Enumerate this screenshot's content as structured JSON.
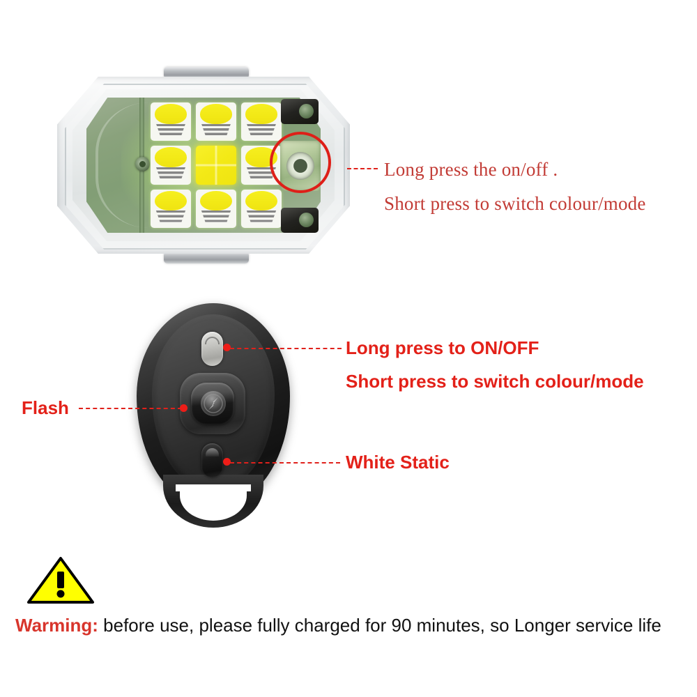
{
  "page": {
    "title": "LED Strobe Light Instruction Diagram",
    "background_color": "#ffffff"
  },
  "colors": {
    "annotation_red_serif": "#c23b35",
    "annotation_red_sans": "#e32119",
    "leader_line_red": "#e0211b",
    "highlight_circle_red": "#de1f18",
    "warning_triangle_fill": "#ffff00",
    "warning_triangle_stroke": "#000000",
    "warning_label_red": "#d8352c",
    "warning_body_black": "#111111"
  },
  "led_light": {
    "name": "LED strobe light module",
    "highlight_circle_target": "on/off button",
    "annotations": [
      {
        "id": "led-onoff",
        "line1": "Long press the on/off .",
        "line2": "Short press to switch colour/mode"
      }
    ],
    "led_grid": {
      "rows": 3,
      "columns": 3,
      "center_chip": "solid yellow",
      "other_chips": "white with yellow dome"
    }
  },
  "remote": {
    "name": "wireless remote control fob",
    "buttons": [
      {
        "id": "remote-top-button",
        "label": "Long press to ON/OFF",
        "label2": "Short press to switch colour/mode"
      },
      {
        "id": "remote-center-button",
        "label": "Flash"
      },
      {
        "id": "remote-bottom-button",
        "label": "White Static"
      }
    ],
    "top_label_line1": "Long press to ON/OFF",
    "top_label_line2": "Short press to switch colour/mode",
    "center_label": "Flash",
    "bottom_label": "White Static"
  },
  "warning": {
    "icon": "warning-triangle-icon",
    "label": "Warming:",
    "text": " before use, please fully charged for 90 minutes, so Longer service life"
  }
}
